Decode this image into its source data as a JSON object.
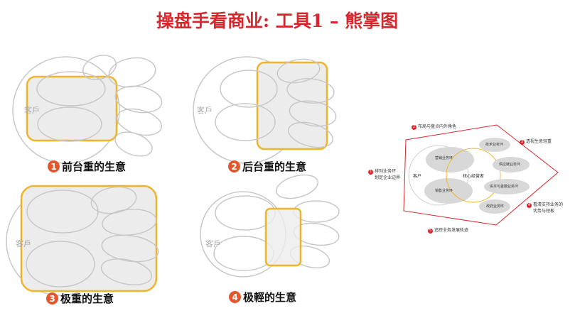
{
  "title": "操盘手看商业: 工具1 – 熊掌图",
  "panels": [
    {
      "num": "1",
      "label": "前台重的生意",
      "customer": "客戶"
    },
    {
      "num": "2",
      "label": "后台重的生意",
      "customer": "客戶"
    },
    {
      "num": "3",
      "label": "极重的生意",
      "customer": "客戶"
    },
    {
      "num": "4",
      "label": "极輕的生意",
      "customer": "客戶"
    }
  ],
  "diagram": {
    "customer": "客户",
    "core": "核心经营者",
    "inner_left": [
      "营销业务环",
      "销售业务环"
    ],
    "right_ellipses": [
      "技术业务环",
      "供应链业务环",
      "资本与金融业务环",
      "政府业务环"
    ],
    "callouts": [
      {
        "num": "1",
        "text": "排列业务环"
      },
      {
        "num": "",
        "text": "划定企业边界"
      },
      {
        "num": "2",
        "text": "布局与盘点内外角色"
      },
      {
        "num": "3",
        "text": "透视生意轻重"
      },
      {
        "num": "4",
        "text": "看清支持业务的"
      },
      {
        "num": "",
        "text": "优势与短板"
      },
      {
        "num": "5",
        "text": "追踪业务发展轨迹"
      }
    ]
  },
  "colors": {
    "title": "#d9262c",
    "highlight": "#f0b429",
    "badge": "#e4572e",
    "outline": "#c8c8c8",
    "fill": "#ececec"
  }
}
